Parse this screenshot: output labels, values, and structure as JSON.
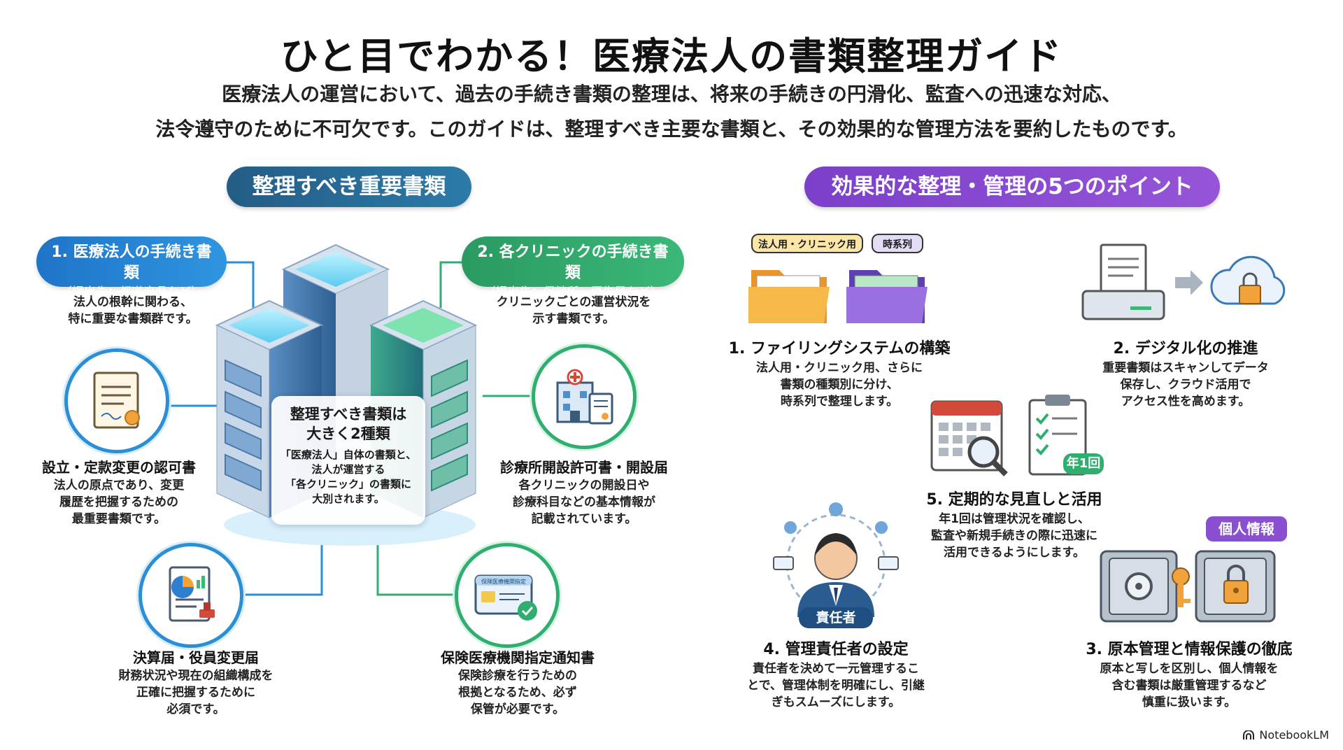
{
  "header": {
    "title": "ひと目でわかる！医療法人の書類整理ガイド",
    "intro_line1": "医療法人の運営において、過去の手続き書類の整理は、将来の手続きの円滑化、監査への迅速な対応、",
    "intro_line2": "法令遵守のために不可欠です。このガイドは、整理すべき主要な書類と、その効果的な管理方法を要約したものです。"
  },
  "left": {
    "section_label": "整理すべき重要書類",
    "cat1": {
      "title": "1. 医療法人の手続き書類",
      "sub": "（提出先：都道府県など）",
      "desc_l1": "法人の根幹に関わる、",
      "desc_l2": "特に重要な書類群です。"
    },
    "cat2": {
      "title": "2. 各クリニックの手続き書類",
      "sub": "（提出先：保健所、厚生局など）",
      "desc_l1": "クリニックごとの運営状況を",
      "desc_l2": "示す書類です。"
    },
    "center": {
      "title_l1": "整理すべき書類は",
      "title_l2": "大きく2種類",
      "body_l1": "「医療法人」自体の書類と、",
      "body_l2": "法人が運営する",
      "body_l3": "「各クリニック」の書類に",
      "body_l4": "大別されます。"
    },
    "doc1": {
      "title": "設立・定款変更の認可書",
      "l1": "法人の原点であり、変更",
      "l2": "履歴を把握するための",
      "l3": "最重要書類です。"
    },
    "doc2": {
      "title": "決算届・役員変更届",
      "l1": "財務状況や現在の組織構成を",
      "l2": "正確に把握するために",
      "l3": "必須です。"
    },
    "doc3": {
      "title": "診療所開設許可書・開設届",
      "l1": "各クリニックの開設日や",
      "l2": "診療科目などの基本情報が",
      "l3": "記載されています。"
    },
    "doc4": {
      "title": "保険医療機関指定通知書",
      "l1": "保険診療を行うための",
      "l2": "根拠となるため、必ず",
      "l3": "保管が必要です。"
    },
    "card_text": "保険医療機関指定"
  },
  "right": {
    "section_label": "効果的な整理・管理の5つのポイント",
    "tag1": "法人用・クリニック用",
    "tag2": "時系列",
    "p1": {
      "title": "1. ファイリングシステムの構築",
      "l1": "法人用・クリニック用、さらに",
      "l2": "書類の種類別に分け、",
      "l3": "時系列で整理します。"
    },
    "p2": {
      "title": "2. デジタル化の推進",
      "l1": "重要書類はスキャンしてデータ",
      "l2": "保存し、クラウド活用で",
      "l3": "アクセス性を高めます。"
    },
    "p5": {
      "title": "5. 定期的な見直しと活用",
      "l1": "年1回は管理状況を確認し、",
      "l2": "監査や新規手続きの際に迅速に",
      "l3": "活用できるようにします。"
    },
    "year_badge": "年1回",
    "p4": {
      "title": "4. 管理責任者の設定",
      "l1": "責任者を決めて一元管理するこ",
      "l2": "とで、管理体制を明確にし、引継",
      "l3": "ぎもスムーズにします。"
    },
    "manager_badge": "責任者",
    "p3": {
      "title": "3. 原本管理と情報保護の徹底",
      "l1": "原本と写しを区別し、個人情報を",
      "l2": "含む書類は厳重管理するなど",
      "l3": "慎重に扱います。"
    },
    "privacy_badge": "個人情報"
  },
  "footer": {
    "logo": "NotebookLM"
  }
}
